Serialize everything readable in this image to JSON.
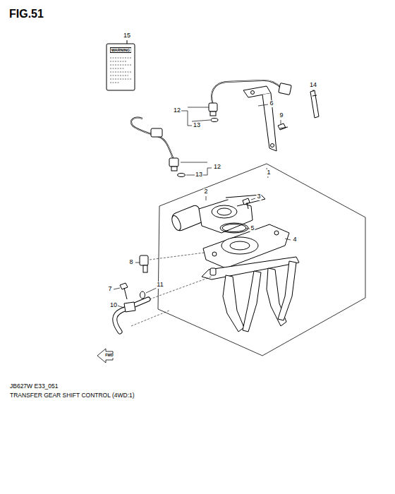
{
  "diagram": {
    "title": "FIG.51",
    "caption": "TRANSFER GEAR SHIFT CONTROL (4WD:1)",
    "labels": [
      "15",
      "WARNING",
      "14",
      "12",
      "6",
      "13",
      "9",
      "12",
      "13",
      "1",
      "2",
      "3",
      "4",
      "5",
      "8",
      "7",
      "11",
      "10",
      "FWD",
      "JB627W E33_051"
    ]
  }
}
